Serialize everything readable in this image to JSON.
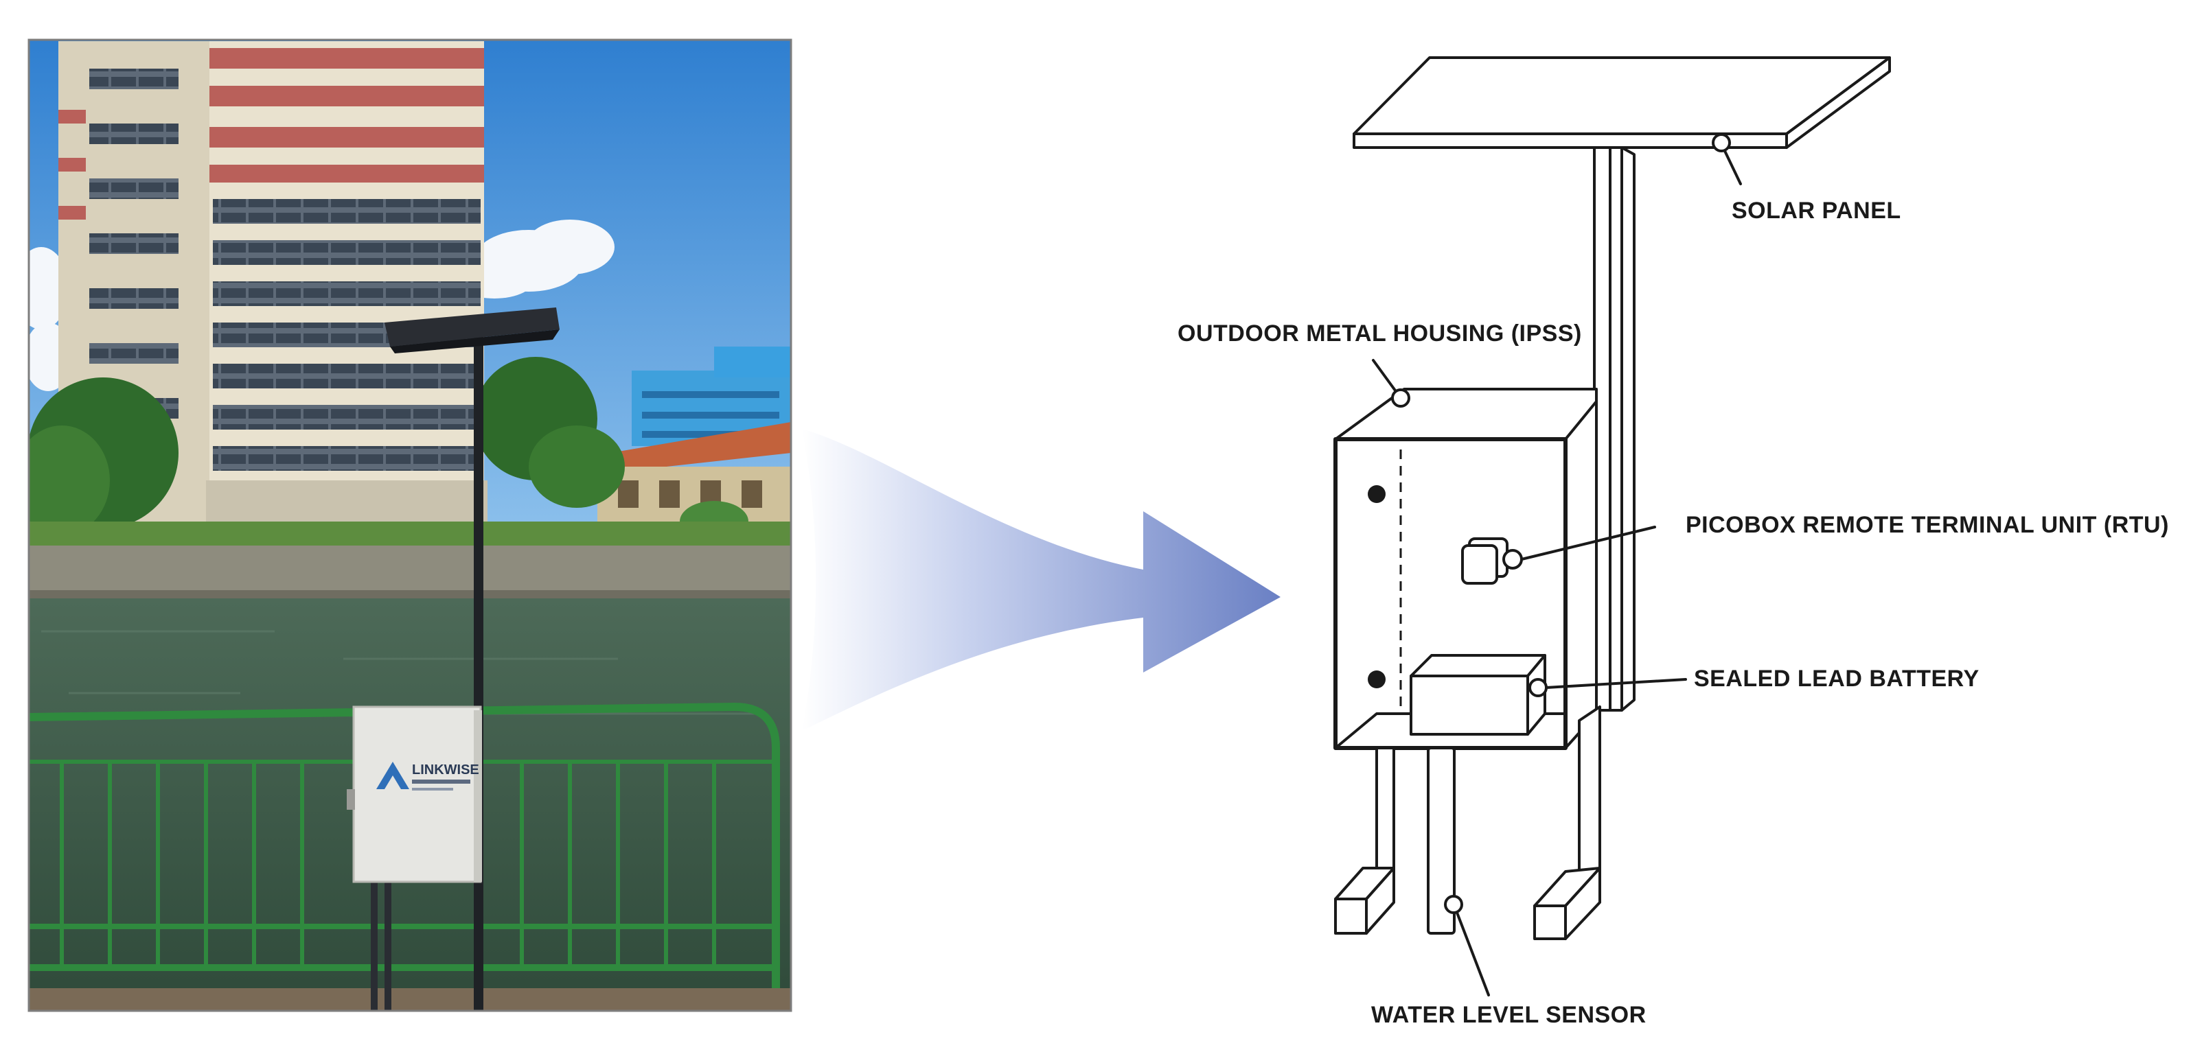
{
  "photo": {
    "enclosure_logo_text": "LINKWISE"
  },
  "diagram": {
    "labels": {
      "solar_panel": "SOLAR PANEL",
      "housing": "OUTDOOR METAL HOUSING (IPSS)",
      "rtu": "PICOBOX REMOTE TERMINAL UNIT (RTU)",
      "battery": "SEALED LEAD BATTERY",
      "sensor": "WATER LEVEL SENSOR"
    }
  },
  "colors": {
    "sky": "#3f8fd8",
    "building": "#e8e0cc",
    "building_stripe": "#b85a55",
    "water": "#3c5a48",
    "railing": "#2f7a3a",
    "arrow": "#6f86c8",
    "ink": "#1a1a1a"
  }
}
